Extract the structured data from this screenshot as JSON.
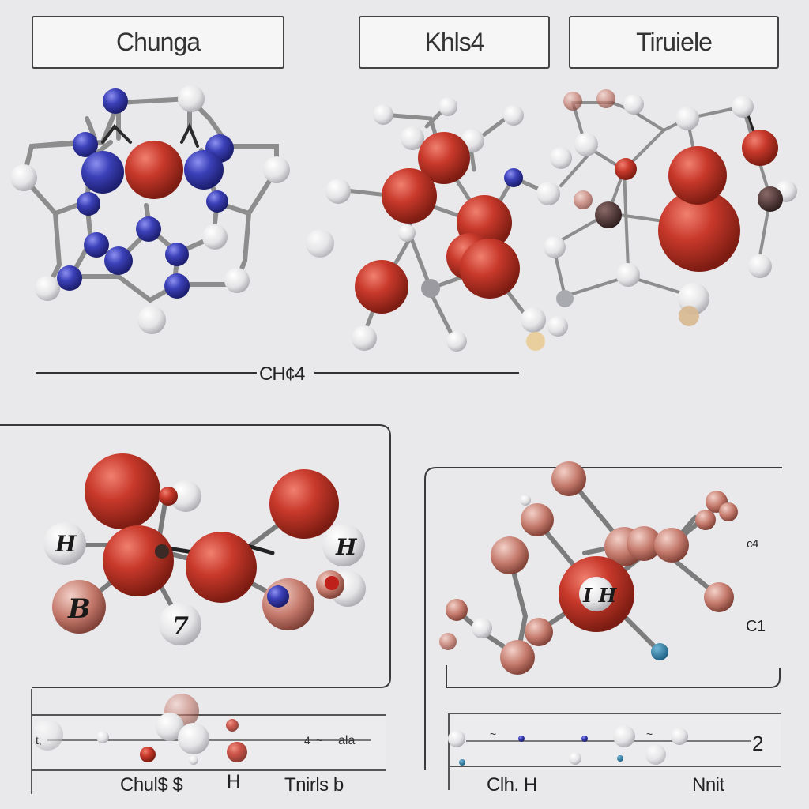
{
  "top_labels": [
    "Chunga",
    "Khls4",
    "Tiruiele"
  ],
  "middle_rule_label": "CH¢4",
  "atom_labels": {
    "left_panel": [
      "H",
      "H",
      "B",
      "7"
    ],
    "right_panel_center": "I H"
  },
  "side_labels": [
    "c4",
    "C1"
  ],
  "strip_labels": {
    "left": [
      "t,",
      "4",
      "~",
      "ala"
    ],
    "right": [
      "2",
      "~",
      "~"
    ]
  },
  "captions": {
    "left": [
      "Chul$ $",
      "H",
      "Tnirls b"
    ],
    "right": [
      "Clh. H",
      "Nnit"
    ]
  },
  "colors": {
    "red_atom": "#c0392b",
    "blue_atom": "#3a3fb0",
    "white_atom": "#f2f2f2",
    "gray_bond": "#8a8a8a"
  }
}
